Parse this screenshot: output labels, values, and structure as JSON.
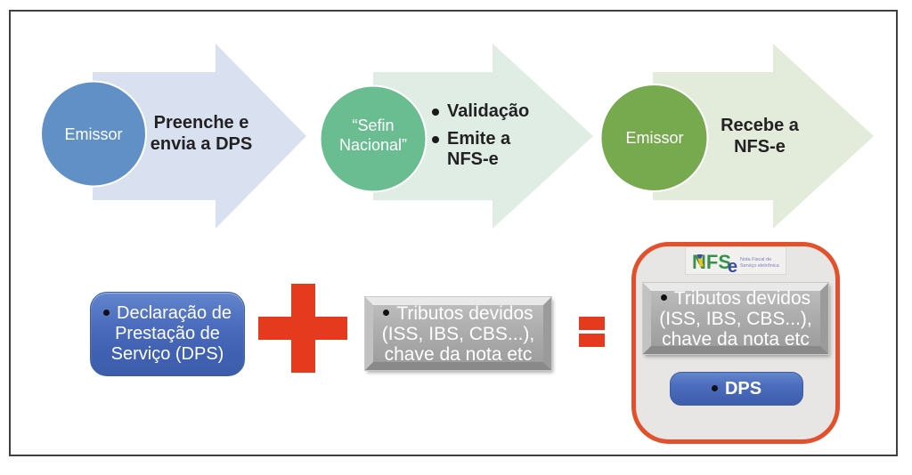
{
  "colors": {
    "background": "#ffffff",
    "frame_border": "#404040",
    "step1_circle": "#6090c6",
    "step1_arrow": "#d9e0ef",
    "step2_circle": "#6abc91",
    "step2_arrow": "#e0ede4",
    "step3_circle": "#77a94e",
    "step3_arrow": "#e3ebda",
    "blue_box": "#4c6dbd",
    "red_symbol": "#e63a1f",
    "result_border": "#e2512b",
    "result_fill": "#e7e6e4",
    "gray_box": "#a9a9a9",
    "logo_green": "#38904c",
    "logo_blue": "#3b4ea3",
    "logo_yellow": "#f2c216"
  },
  "steps": [
    {
      "circle_label_lines": [
        "Emissor"
      ],
      "text_lines": [
        "Preenche e",
        "envia a DPS"
      ]
    },
    {
      "circle_label_lines": [
        "“Sefin",
        "Nacional”"
      ],
      "bullets": [
        {
          "lines": [
            "Validação"
          ]
        },
        {
          "lines": [
            "Emite a",
            "NFS-e"
          ]
        }
      ]
    },
    {
      "circle_label_lines": [
        "Emissor"
      ],
      "text_lines": [
        "Recebe a",
        "NFS-e"
      ]
    }
  ],
  "equation": {
    "dps_box": {
      "bullet": "•",
      "lines": [
        "Declaração de",
        "Prestação de",
        "Serviço (DPS)"
      ]
    },
    "plus_symbol": "+",
    "tributos_box": {
      "bullet": "•",
      "lines": [
        "Tributos devidos",
        "(ISS, IBS, CBS...),",
        "chave da nota etc"
      ]
    },
    "equals_symbol": "=",
    "result": {
      "logo": {
        "brand": "NFS",
        "brand_e": "e",
        "caption_lines": [
          "Nota Fiscal de",
          "Serviço eletrônica"
        ]
      },
      "tributos_box": {
        "bullet": "•",
        "lines": [
          "Tributos devidos",
          "(ISS, IBS, CBS...),",
          "chave da nota etc"
        ]
      },
      "dps_box": {
        "bullet": "•",
        "label": "DPS"
      }
    }
  }
}
